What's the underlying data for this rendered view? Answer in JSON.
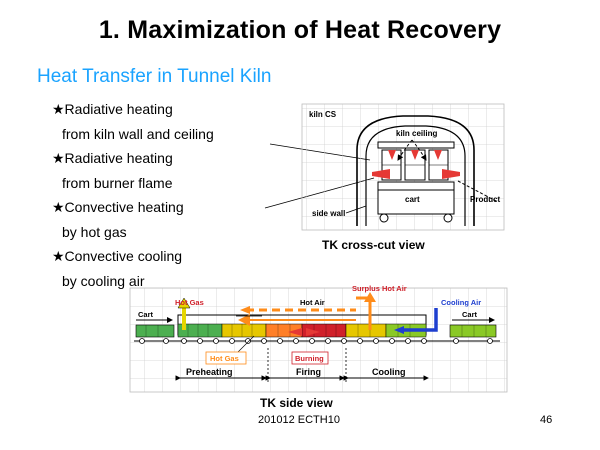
{
  "slide": {
    "title": "1. Maximization of Heat Recovery",
    "subtitle": "Heat Transfer in Tunnel Kiln",
    "footer_code": "201012 ECTH10",
    "page_number": "46"
  },
  "bullets": [
    {
      "head": "★Radiative heating",
      "detail": "from kiln wall and ceiling"
    },
    {
      "head": "★Radiative heating",
      "detail": "from burner flame"
    },
    {
      "head": "★Convective heating",
      "detail": "by hot gas"
    },
    {
      "head": "★Convective cooling",
      "detail": "by cooling air"
    }
  ],
  "cross_section": {
    "corner_label": "kiln CS",
    "ceiling_label": "kiln ceiling",
    "cart_label": "cart",
    "side_wall_label": "side wall",
    "product_label": "Product",
    "caption": "TK cross-cut view"
  },
  "side_view": {
    "hot_gas_label": "Hot Gas",
    "hot_air_label": "Hot Air",
    "surplus_hot_air_label": "Surplus Hot Air",
    "cooling_air_label": "Cooling Air",
    "cart_left_label": "Cart",
    "cart_right_label": "Cart",
    "hot_gas_box_label": "Hot Gas",
    "burning_label": "Burning",
    "zones": [
      "Preheating",
      "Firing",
      "Cooling"
    ],
    "caption": "TK side view"
  },
  "colors": {
    "subtitle": "#1aa3ff",
    "burner_flame": "#e53935",
    "hot_gas_flow": "#ff8c1a",
    "cooling_air_flow": "#1e3fcf",
    "hot_gas_exit": "#e6d600",
    "zone_green": "#4caf50",
    "zone_yellow": "#e6c700",
    "zone_orange": "#ff7f27",
    "zone_red": "#d0202a"
  }
}
